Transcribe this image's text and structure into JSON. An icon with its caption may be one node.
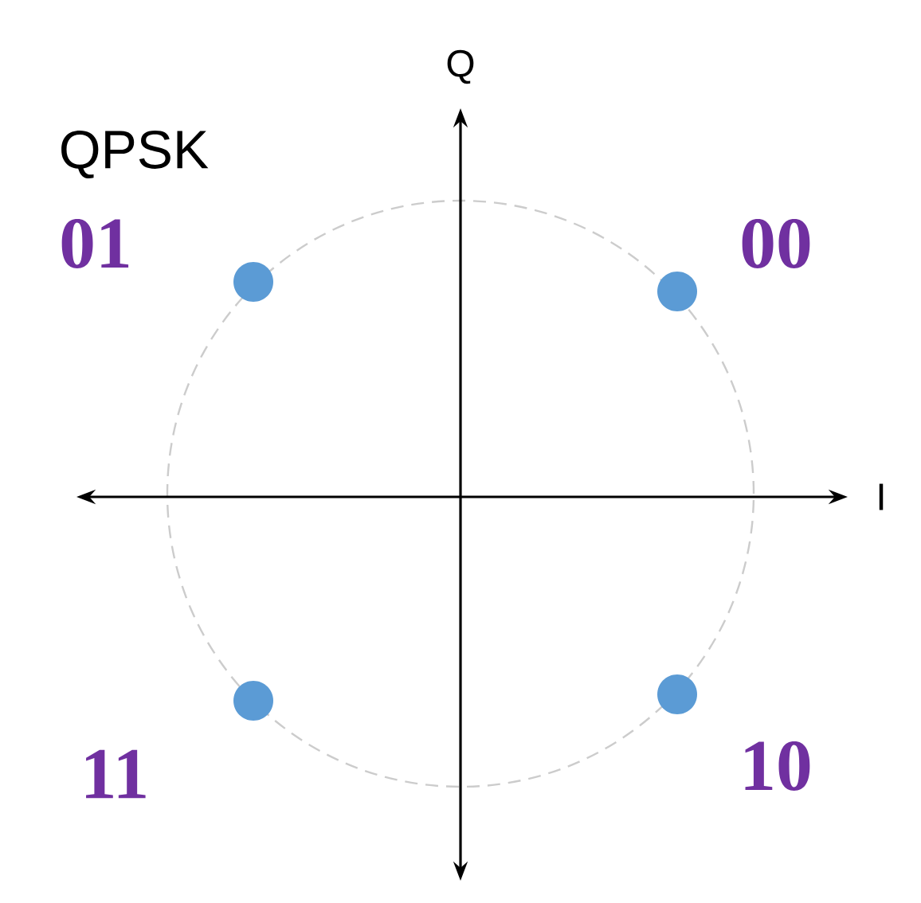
{
  "diagram": {
    "labels": [
      "QPSK",
      "Q",
      "I",
      "01",
      "00",
      "11",
      "10"
    ]
  }
}
